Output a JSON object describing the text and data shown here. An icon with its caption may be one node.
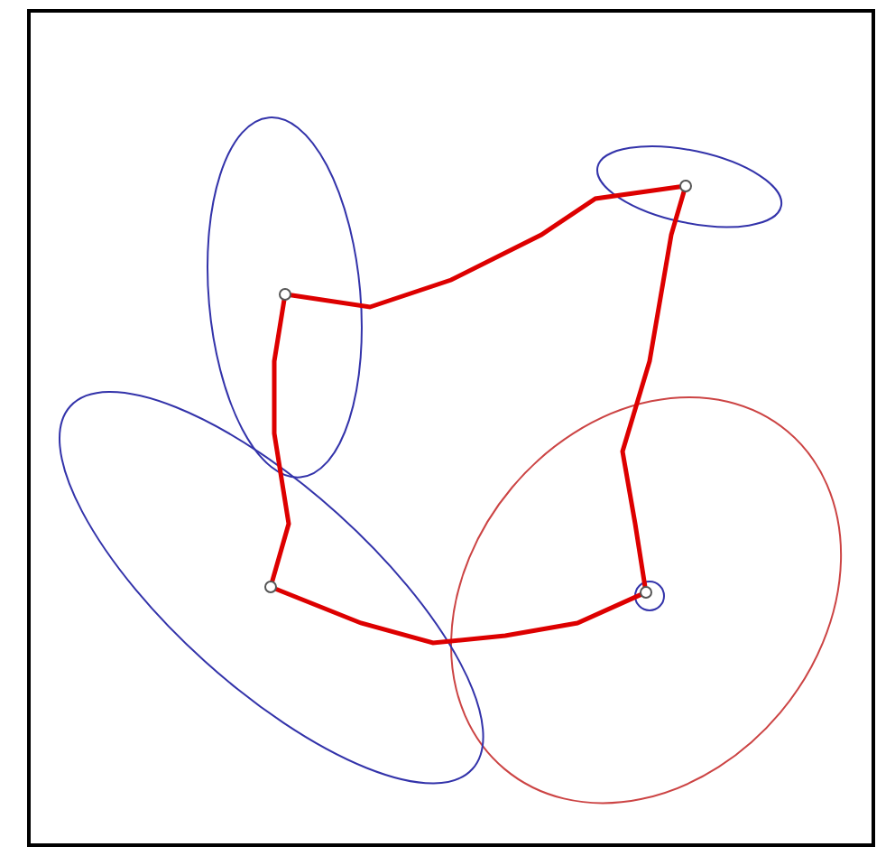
{
  "diagram": {
    "nodes": [
      {
        "text": [],
        "shape": "ellipse"
      },
      {
        "text": [],
        "shape": "circle",
        "in": 0
      },
      {
        "text": [],
        "shape": "ellipse"
      },
      {
        "text": [],
        "shape": "circle",
        "in": 2
      },
      {
        "text": [],
        "shape": "ellipse"
      },
      {
        "text": [],
        "shape": "circle",
        "in": 4
      },
      {
        "text": [],
        "shape": "circle",
        "in": 5
      },
      {
        "text": [],
        "shape": "ellipse"
      },
      {
        "text": [],
        "shape": "circle",
        "in": 7
      }
    ],
    "edges": [
      {
        "from": 1,
        "to": 3,
        "arrow": "none"
      },
      {
        "from": 3,
        "to": 6,
        "arrow": "none"
      },
      {
        "from": 6,
        "to": 8,
        "arrow": "none"
      },
      {
        "from": 8,
        "to": 1,
        "arrow": "none"
      }
    ]
  }
}
